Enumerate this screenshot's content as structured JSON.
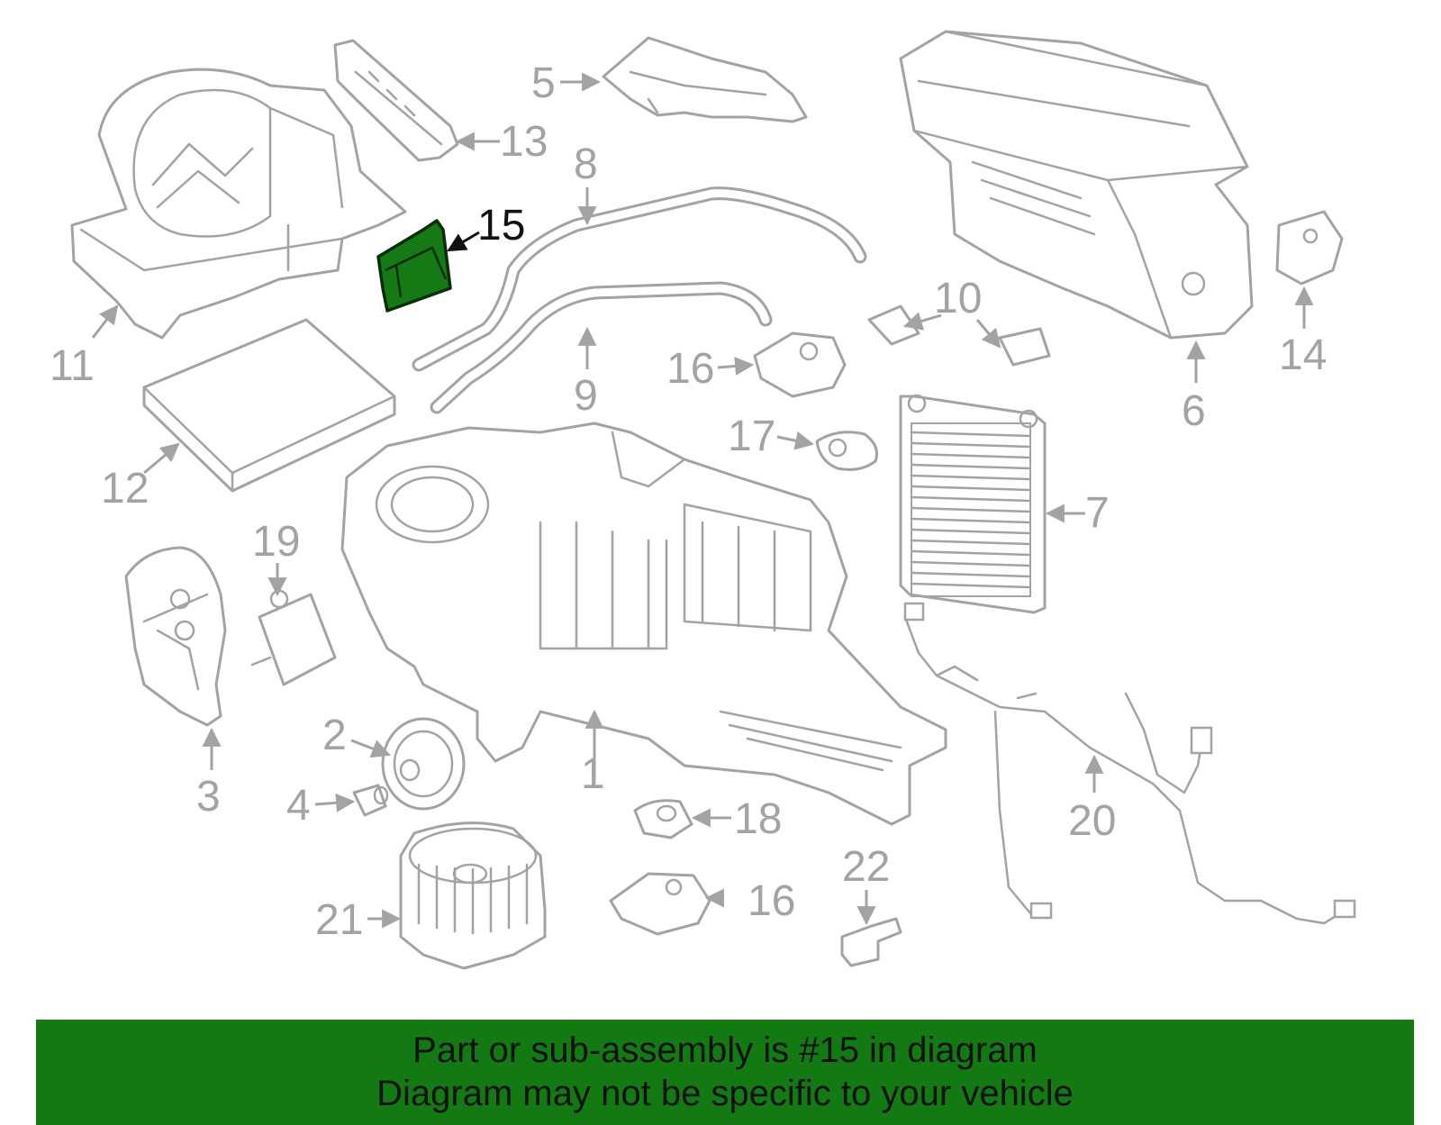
{
  "diagram": {
    "highlighted_part": "15",
    "labels": {
      "p1": "1",
      "p2": "2",
      "p3": "3",
      "p4": "4",
      "p5": "5",
      "p6": "6",
      "p7": "7",
      "p8": "8",
      "p9": "9",
      "p10": "10",
      "p11": "11",
      "p12": "12",
      "p13": "13",
      "p14": "14",
      "p15": "15",
      "p16a": "16",
      "p16b": "16",
      "p17": "17",
      "p18": "18",
      "p19": "19",
      "p20": "20",
      "p21": "21",
      "p22": "22"
    },
    "colors": {
      "line": "#a3a3a3",
      "highlight_fill": "#157a15",
      "banner": "#137a13",
      "text": "#111111"
    }
  },
  "footer": {
    "line1": "Part or sub-assembly is #15 in diagram",
    "line2": "Diagram may not be specific to your vehicle"
  }
}
